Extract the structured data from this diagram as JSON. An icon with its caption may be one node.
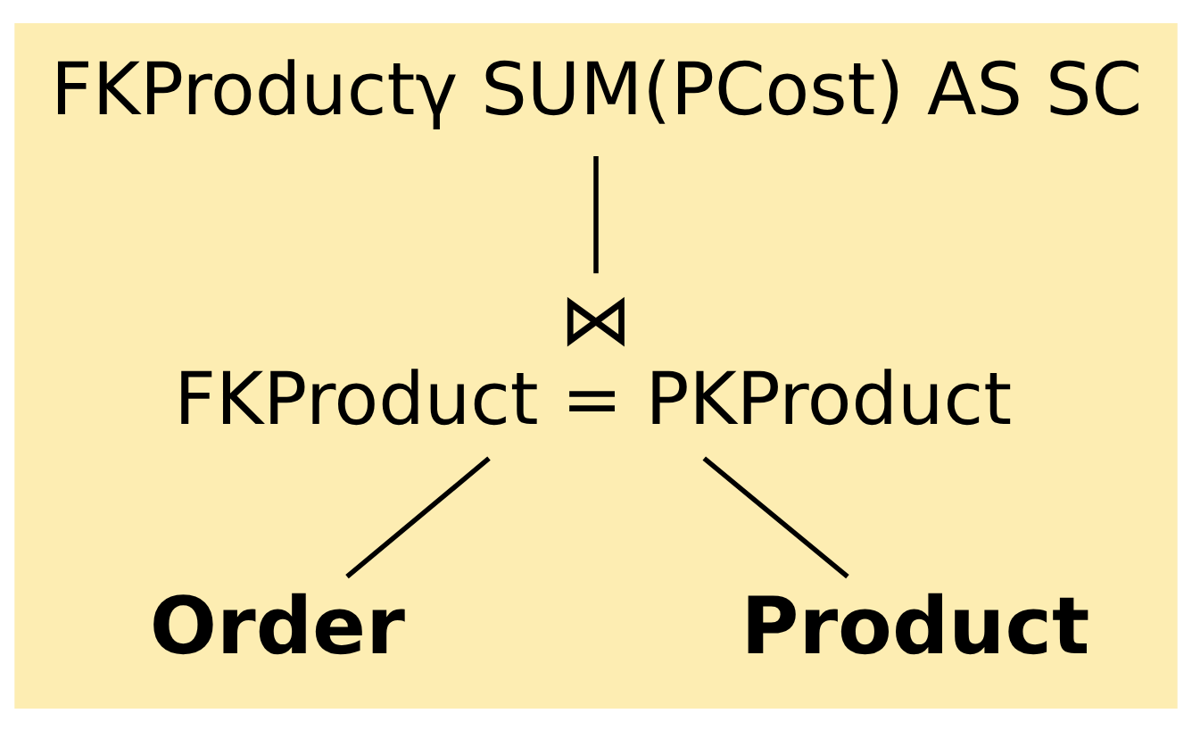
{
  "diagram": {
    "nodes": [
      {
        "text": [
          "FKProductγ SUM(PCost) AS SC"
        ]
      },
      {
        "text": [
          "⋈",
          "FKProduct = PKProduct"
        ]
      },
      {
        "text": [
          "Order"
        ]
      },
      {
        "text": [
          "Product"
        ]
      }
    ],
    "edges": [
      {
        "from": 0,
        "to": 1,
        "arrow": "none"
      },
      {
        "from": 1,
        "to": 2,
        "arrow": "none"
      },
      {
        "from": 1,
        "to": 3,
        "arrow": "none"
      }
    ]
  }
}
